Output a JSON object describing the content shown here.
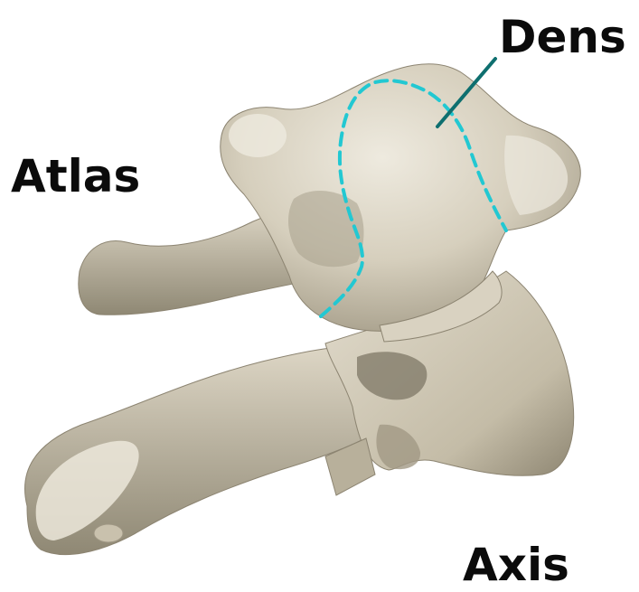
{
  "diagram": {
    "labels": {
      "dens": "Dens",
      "atlas": "Atlas",
      "axis": "Axis"
    },
    "colors": {
      "background": "#ffffff",
      "bone_light": "#e6e1d3",
      "bone_mid": "#cfc7b3",
      "bone_dark": "#9e9683",
      "bone_shadow": "#7d7766",
      "dens_outline": "#22c8d2",
      "leader_line": "#0e6f6f",
      "label_text": "#0b0b0b"
    }
  }
}
